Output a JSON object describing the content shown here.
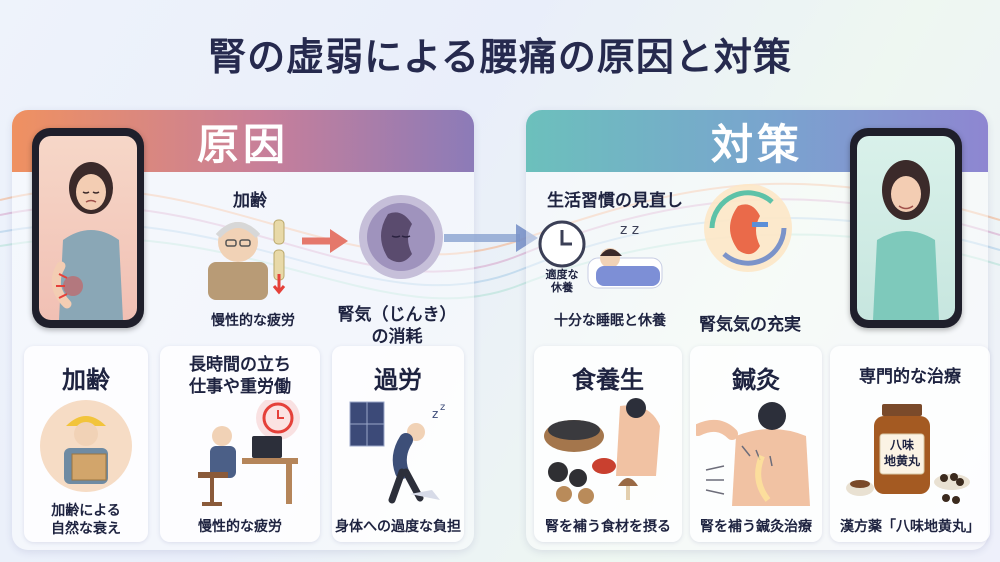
{
  "title": "腎の虚弱による腰痛の原因と対策",
  "cause": {
    "header": "原因",
    "aging_label": "加齢",
    "aging_fatigue": "慢性的な疲労",
    "kidney_qi": "腎気（じんき）",
    "kidney_qi_2": "の消耗",
    "left_big": "加齢",
    "left_caption_1": "加齢による",
    "left_caption_2": "自然な衰え",
    "work_title_1": "長時間の立ち",
    "work_title_2": "仕事や重労働",
    "work_caption": "慢性的な疲労",
    "overwork_title": "過労",
    "overwork_caption": "身体への過度な負担"
  },
  "measure": {
    "header": "対策",
    "lifestyle": "生活習慣の見直し",
    "rest_small_1": "適度な",
    "rest_small_2": "休養",
    "sleep": "十分な睡眠と休養",
    "kidney_full": "腎気気の充実",
    "diet_title": "食養生",
    "diet_caption": "腎を補う食材を摂る",
    "acu_title": "鍼灸",
    "acu_caption": "腎を補う鍼灸治療",
    "pro_title": "専門的な治療",
    "pro_caption": "漢方薬「八味地黄丸」",
    "bottle_label_1": "八味",
    "bottle_label_2": "地黄丸"
  },
  "colors": {
    "cause_accent": "#ef9161",
    "measure_accent": "#6cc0bc",
    "title": "#262a4e"
  }
}
